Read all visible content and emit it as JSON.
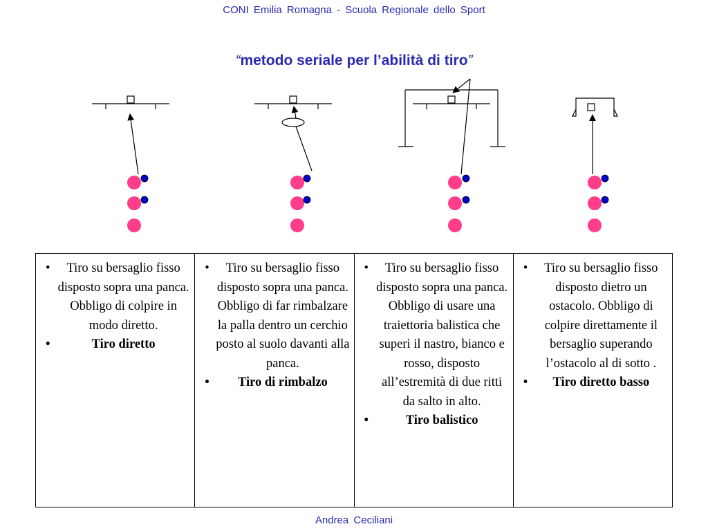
{
  "header": "CONI Emilia  Romagna   -   Scuola  Regionale  dello Sport",
  "title": {
    "open_quote": "“",
    "text": "metodo seriale per l’abilità di tiro",
    "close_quote": "”"
  },
  "columns": [
    {
      "description": "Tiro su bersaglio fisso disposto sopra una panca. Obbligo di colpire in modo diretto.",
      "label": "Tiro  diretto"
    },
    {
      "description": "Tiro su bersaglio fisso disposto sopra una panca. Obbligo di far rimbalzare la palla dentro un cerchio posto al suolo davanti alla panca.",
      "label": "Tiro di rimbalzo"
    },
    {
      "description": "Tiro su bersaglio fisso disposto sopra una panca. Obbligo di usare una traiettoria balistica che superi il nastro, bianco e rosso, disposto all’estremità di due ritti da salto in alto.",
      "label": "Tiro balistico"
    },
    {
      "description": "Tiro su bersaglio fisso disposto dietro un ostacolo. Obbligo di colpire direttamente il bersaglio superando l’ostacolo al di sotto .",
      "label": "Tiro diretto basso"
    }
  ],
  "colors": {
    "text_blue": "#2a2ab0",
    "player": "#ff3d8b",
    "ball": "#0000cc"
  },
  "footer": "Andrea  Ceciliani"
}
